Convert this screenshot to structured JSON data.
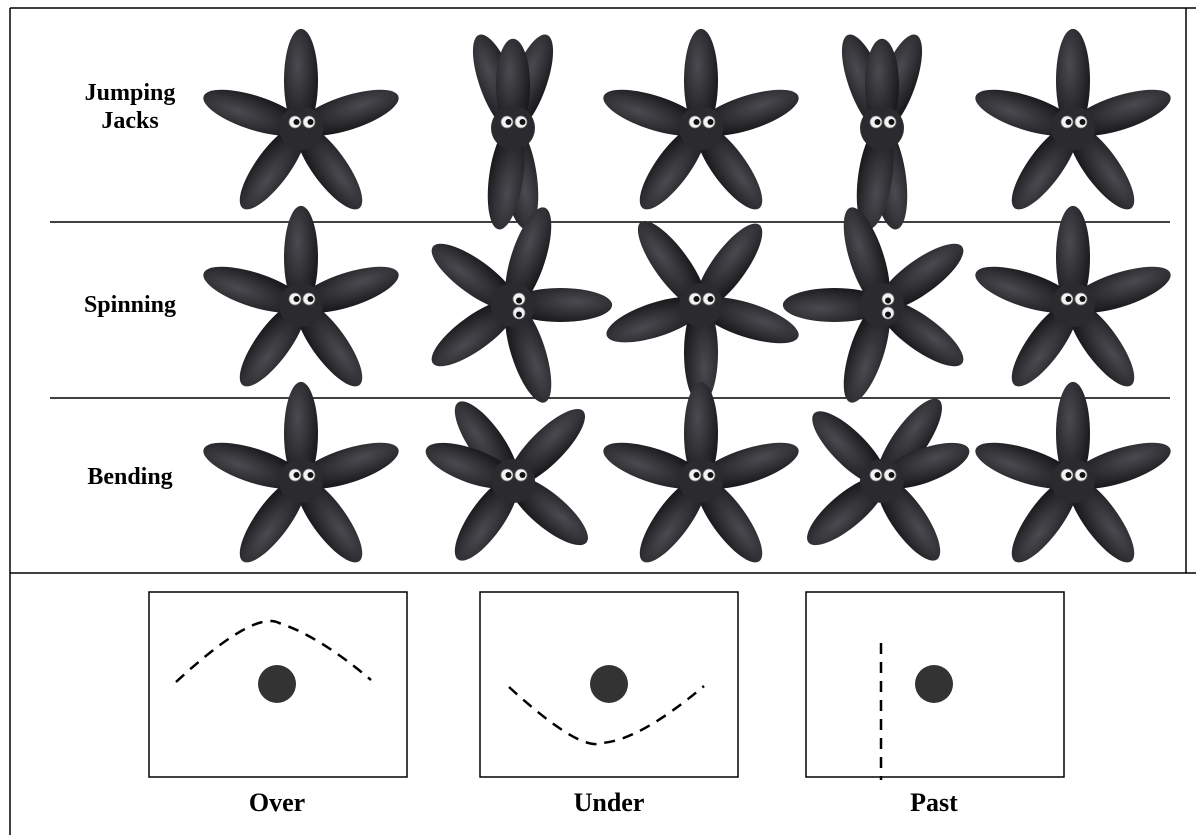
{
  "motions": [
    {
      "label_line1": "Jumping",
      "label_line2": "Jacks",
      "frames": [
        {
          "pose": "star"
        },
        {
          "pose": "arms-up-legs-together"
        },
        {
          "pose": "star"
        },
        {
          "pose": "arms-up-legs-together"
        },
        {
          "pose": "star"
        }
      ]
    },
    {
      "label_line1": "Spinning",
      "label_line2": "",
      "frames": [
        {
          "pose": "star",
          "rotation_deg": 0
        },
        {
          "pose": "star",
          "rotation_deg": 90
        },
        {
          "pose": "star",
          "rotation_deg": 180
        },
        {
          "pose": "star",
          "rotation_deg": 270
        },
        {
          "pose": "star",
          "rotation_deg": 360
        }
      ]
    },
    {
      "label_line1": "Bending",
      "label_line2": "",
      "frames": [
        {
          "pose": "star"
        },
        {
          "pose": "bend-left"
        },
        {
          "pose": "star"
        },
        {
          "pose": "bend-right"
        },
        {
          "pose": "star"
        }
      ]
    }
  ],
  "paths": [
    {
      "label": "Over",
      "path_type": "arc-over"
    },
    {
      "label": "Under",
      "path_type": "arc-under"
    },
    {
      "label": "Past",
      "path_type": "vertical-line-beside"
    }
  ],
  "colors": {
    "figure": "#2b2b2f",
    "ball": "#333333",
    "line": "#000000"
  }
}
